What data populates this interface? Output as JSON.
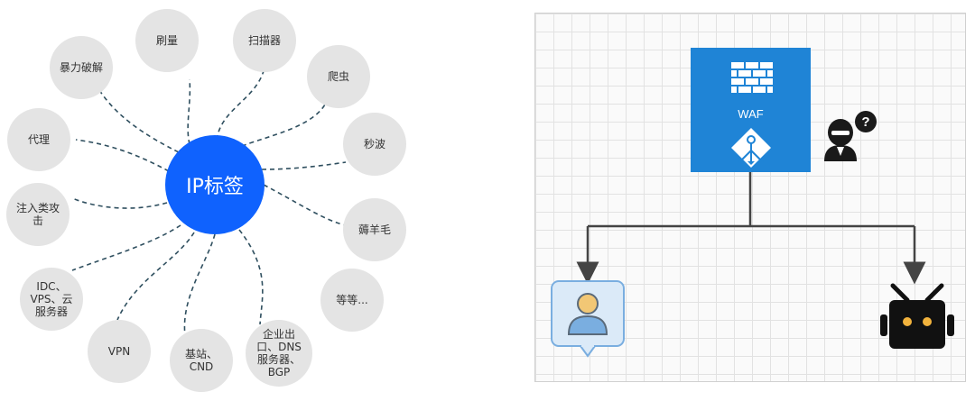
{
  "left_diagram": {
    "center": "IP标签",
    "nodes": [
      {
        "id": "brute-force",
        "lines": [
          "暴力破解"
        ]
      },
      {
        "id": "traffic-boost",
        "lines": [
          "刷量"
        ]
      },
      {
        "id": "scanner",
        "lines": [
          "扫描器"
        ]
      },
      {
        "id": "crawler",
        "lines": [
          "爬虫"
        ]
      },
      {
        "id": "flash-sale",
        "lines": [
          "秒波"
        ]
      },
      {
        "id": "freebie-hunter",
        "lines": [
          "薅羊毛"
        ]
      },
      {
        "id": "etc",
        "lines": [
          "等等..."
        ]
      },
      {
        "id": "enterprise-exit",
        "lines": [
          "企业出",
          "口、DNS",
          "服务器、",
          "BGP"
        ]
      },
      {
        "id": "base-station",
        "lines": [
          "基站、",
          "CND"
        ]
      },
      {
        "id": "vpn",
        "lines": [
          "VPN"
        ]
      },
      {
        "id": "idc",
        "lines": [
          "IDC、",
          "VPS、云",
          "服务器"
        ]
      },
      {
        "id": "injection-attack",
        "lines": [
          "注入类攻",
          "击"
        ]
      },
      {
        "id": "proxy",
        "lines": [
          "代理"
        ]
      }
    ]
  },
  "right_diagram": {
    "waf_label": "WAF",
    "unknown_mark": "?"
  },
  "colors": {
    "center_blue": "#0f62fe",
    "waf_blue": "#1f84d6",
    "node_gray": "#e4e4e4",
    "connector": "#2f4f5f"
  }
}
